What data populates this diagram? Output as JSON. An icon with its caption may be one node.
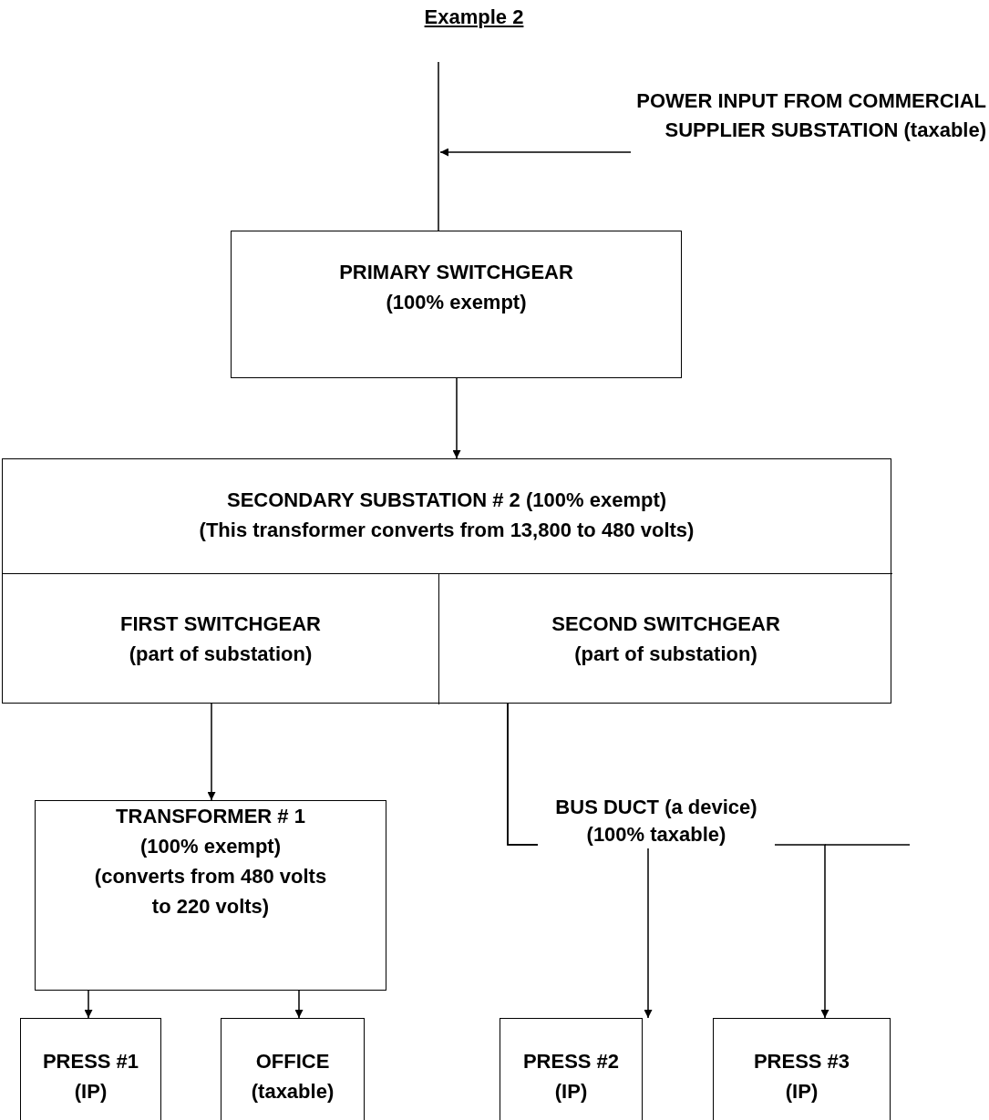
{
  "diagram": {
    "title": "Example 2",
    "nodes": [
      {
        "text": [
          "POWER INPUT FROM COMMERCIAL SUPPLIER SUBSTATION (taxable)"
        ]
      },
      {
        "text": [
          "PRIMARY SWITCHGEAR",
          "(100% exempt)"
        ]
      },
      {
        "text": [
          "SECONDARY SUBSTATION # 2 (100% exempt)",
          "(This transformer converts from 13,800 to 480 volts)"
        ]
      },
      {
        "text": [
          "FIRST SWITCHGEAR",
          "(part of substation)"
        ],
        "in": 2
      },
      {
        "text": [
          "SECOND SWITCHGEAR",
          "(part of substation)"
        ],
        "in": 2
      },
      {
        "text": [
          "TRANSFORMER # 1",
          "(100% exempt)",
          "(converts from 480 volts to 220 volts)"
        ]
      },
      {
        "text": [
          "PRESS #1",
          "(IP)"
        ]
      },
      {
        "text": [
          "OFFICE",
          "(taxable)"
        ]
      },
      {
        "text": [
          "PRESS #2",
          "(IP)"
        ]
      },
      {
        "text": [
          "PRESS #3",
          "(IP)"
        ]
      }
    ],
    "edges": [
      {
        "from": null,
        "to": 1,
        "arrow": "none"
      },
      {
        "from": 0,
        "to": null,
        "arrow": "to"
      },
      {
        "from": 1,
        "to": 2,
        "arrow": "to"
      },
      {
        "from": 3,
        "to": 5,
        "arrow": "to"
      },
      {
        "from": 4,
        "to": 8,
        "arrow": "to",
        "label": "BUS DUCT (a device) (100% taxable)"
      },
      {
        "from": 4,
        "to": 9,
        "arrow": "to"
      },
      {
        "from": 5,
        "to": 6,
        "arrow": "to"
      },
      {
        "from": 5,
        "to": 7,
        "arrow": "to"
      }
    ]
  }
}
